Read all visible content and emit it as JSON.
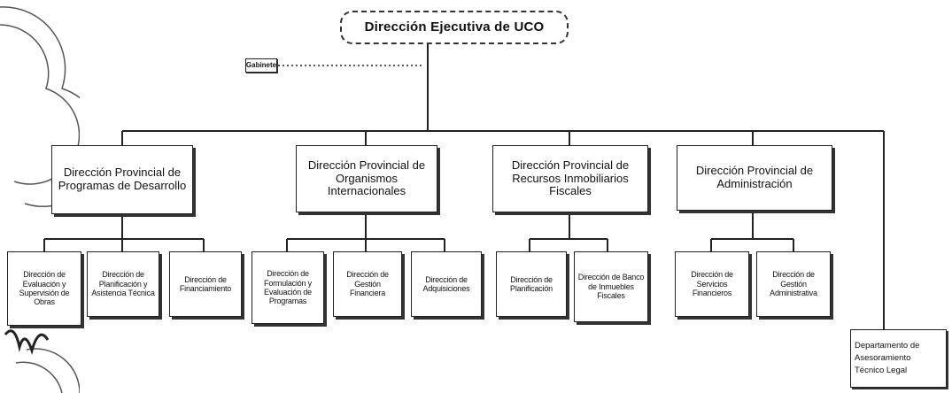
{
  "root": {
    "label": "Dirección Ejecutiva de UCO"
  },
  "gabinete": {
    "label": "Gabinete"
  },
  "provincial": [
    {
      "label": "Dirección Provincial de Programas de Desarrollo"
    },
    {
      "label": "Dirección Provincial de Organismos Internacionales"
    },
    {
      "label": "Dirección Provincial de Recursos Inmobiliarios Fiscales"
    },
    {
      "label": "Dirección Provincial de Administración"
    }
  ],
  "sub": [
    {
      "label": "Dirección de Evaluación y Supervisión de Obras"
    },
    {
      "label": "Dirección de Planificación y Asistencia Técnica"
    },
    {
      "label": "Dirección de Financiamiento"
    },
    {
      "label": "Dirección de Formulación y Evaluación de Programas"
    },
    {
      "label": "Dirección de Gestión Financiera"
    },
    {
      "label": "Dirección de Adquisiciones"
    },
    {
      "label": "Dirección de Planificación"
    },
    {
      "label": "Dirección de Banco de Inmuebles Fiscales"
    },
    {
      "label": "Dirección de Servicios Financieros"
    },
    {
      "label": "Dirección de Gestión Administrativa"
    }
  ],
  "department": {
    "label": "Departamento de Asesoramiento Técnico Legal"
  }
}
